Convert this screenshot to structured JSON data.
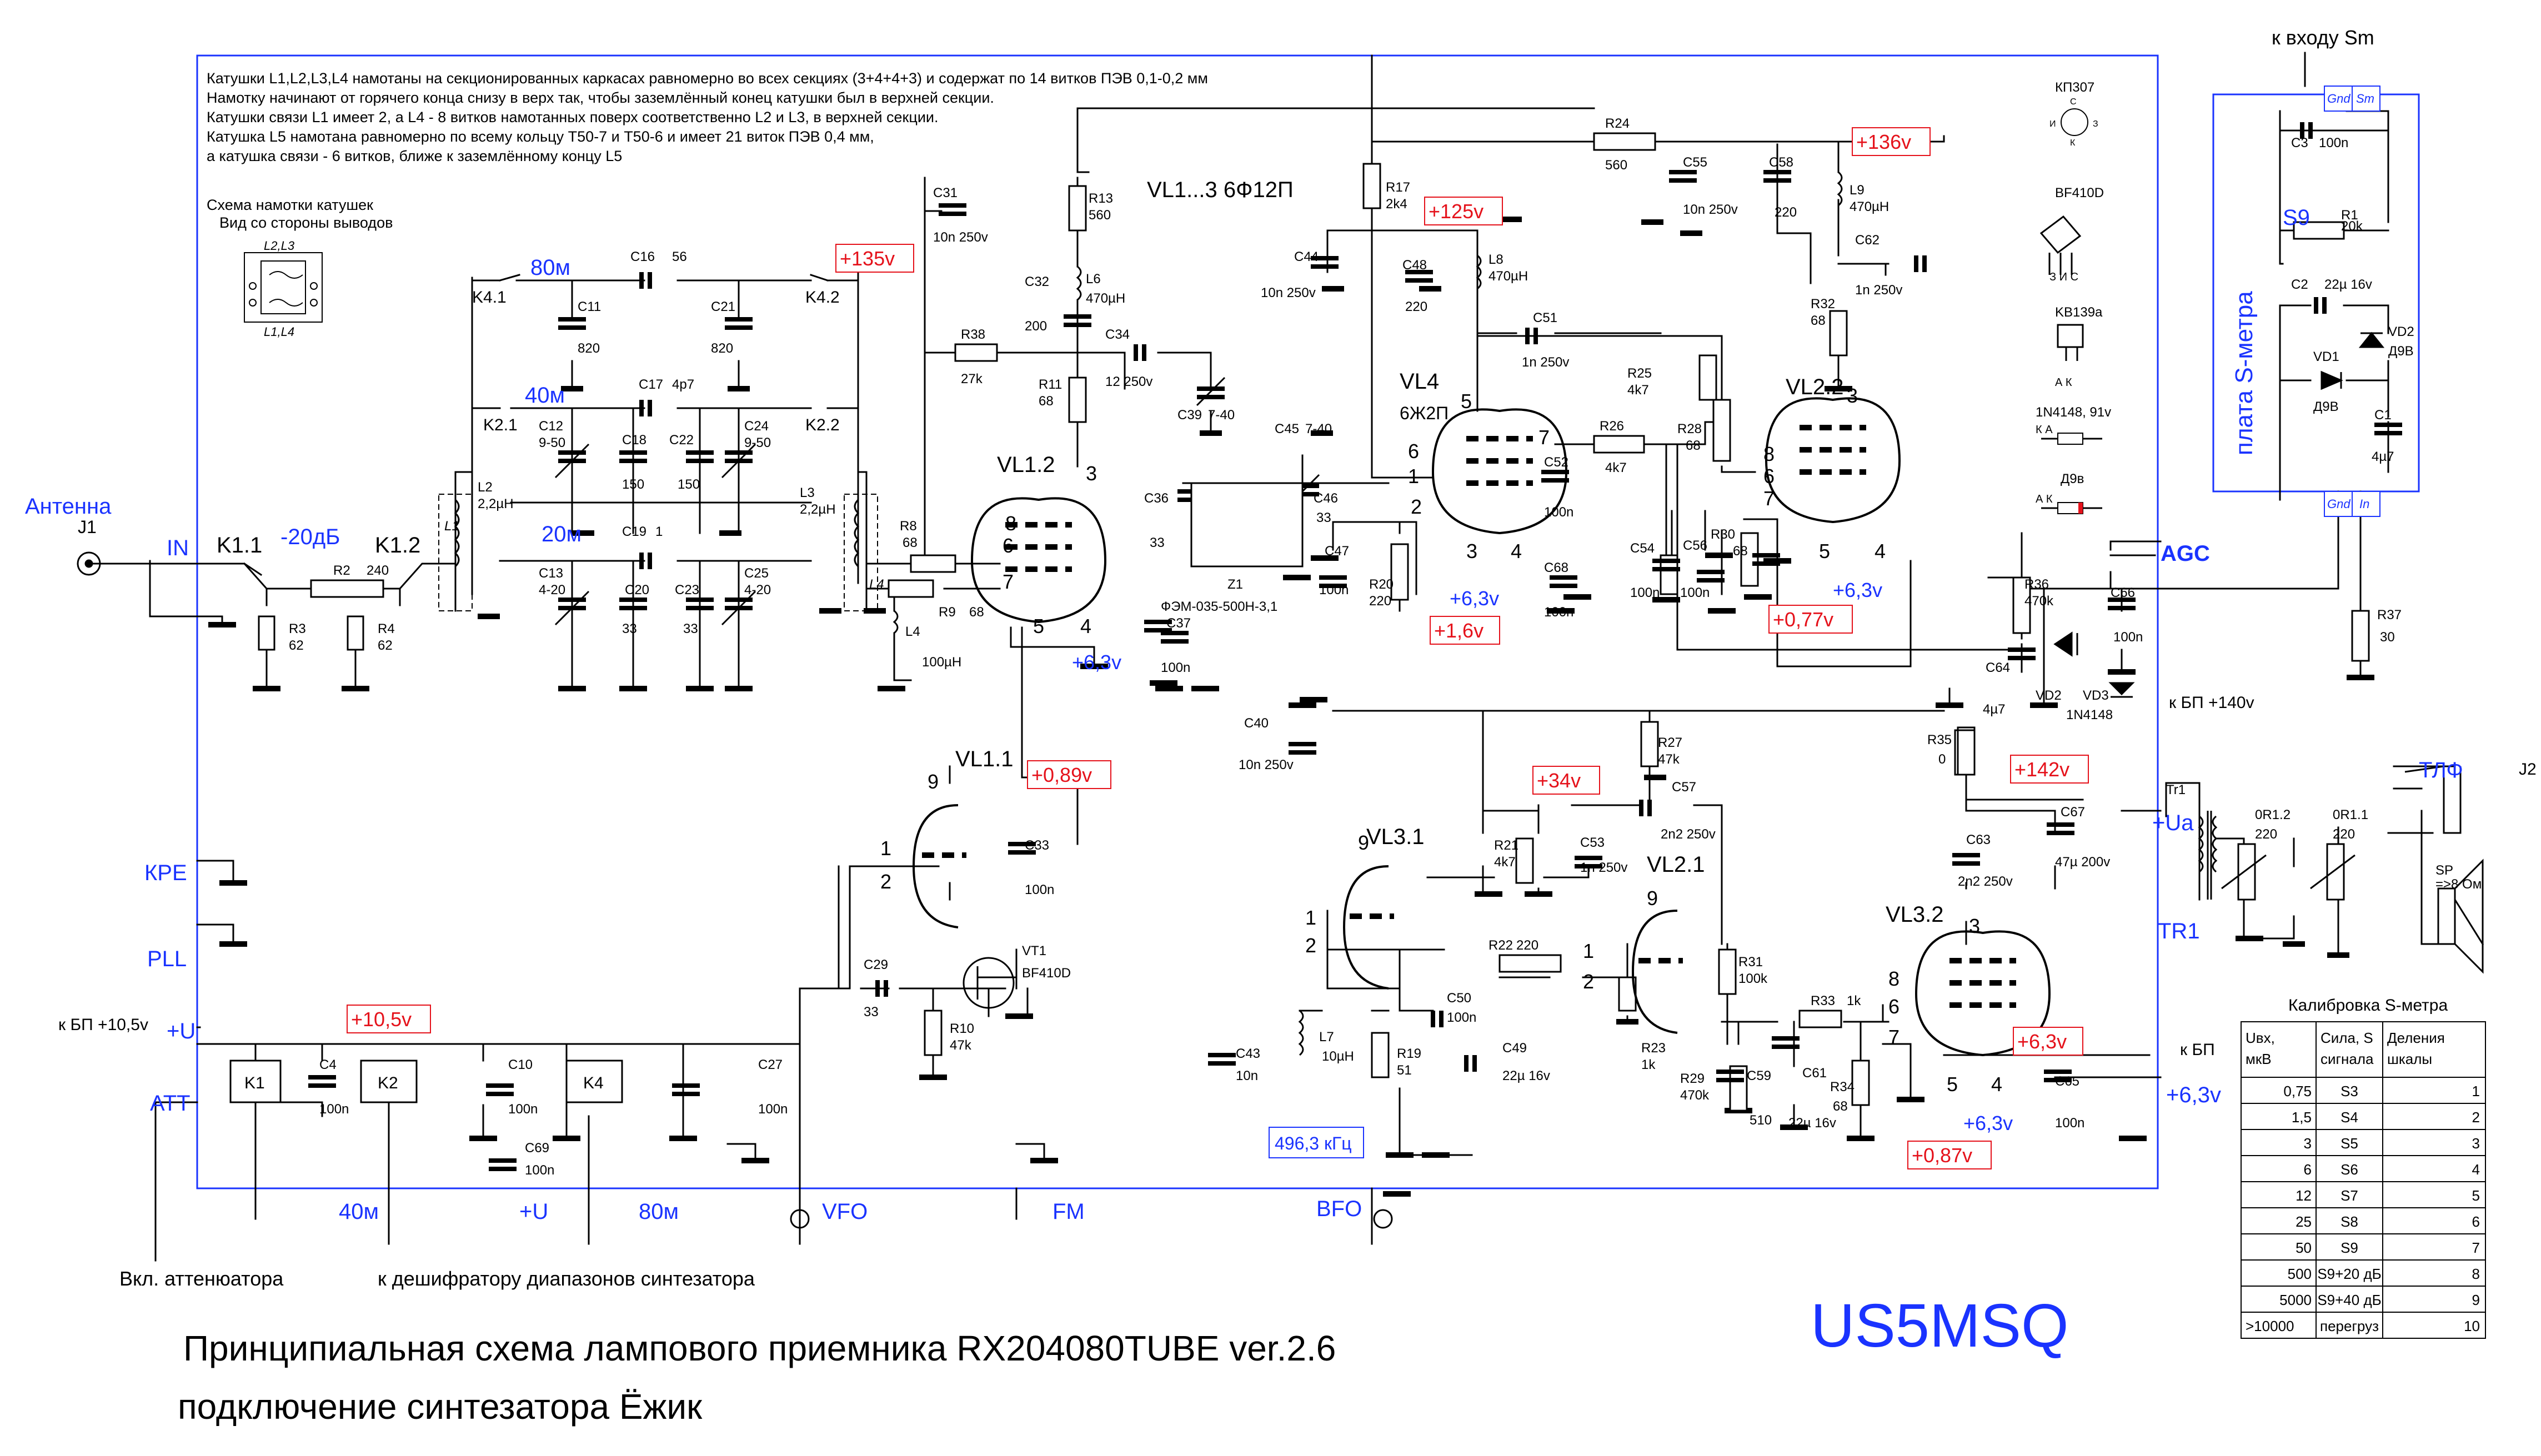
{
  "title_line1": "Принципиальная схема лампового приемника RX204080TUBE  ver.2.6",
  "title_line2": "подключение синтезатора Ёжик",
  "author": "US5MSQ",
  "notes": [
    "Катушки L1,L2,L3,L4 намотаны на секционированных каркасах равномерно во всех секциях (3+4+4+3) и содержат по 14 витков ПЭВ 0,1-0,2 мм",
    "Намотку начинают от горячего конца снизу в верх  так, чтобы заземлённый конец катушки  был в верхней секции.",
    "Катушки связи L1 имеет 2, а L4 - 8 витков намотанных поверх соответственно L2 и L3, в верхней секции.",
    "Катушка L5 намотана равномерно по всему кольцу Т50-7 и Т50-6 и  имеет 21 виток ПЭВ 0,4 мм,",
    " а  катушка связи - 6 витков, ближе к заземлённому концу L5"
  ],
  "winding_title": "Схема намотки катушек",
  "winding_subtitle": "Вид со стороны выводов",
  "winding_top_label": "L2,L3",
  "winding_bottom_label": "L1,L4",
  "tube_type_label": "VL1...3  6Ф12П",
  "vl4_type": "6Ж2П",
  "filter_name": "Z1",
  "filter_type": "ФЭМ-035-500Н-3,1",
  "bfo_freq": "496,3 кГц",
  "parts_legend": {
    "kp307": "КП307",
    "kp307_pins": [
      "С",
      "И",
      "З",
      "К"
    ],
    "bf410d": "BF410D",
    "bf410d_pins": "З  И  С",
    "kv139a": "KB139a",
    "kv139a_pins": "А   К",
    "n4148": "1N4148, 91v",
    "n4148_pins": "К          А",
    "d9v": "Д9в",
    "d9v_pins": "А          К"
  },
  "smeter": {
    "title": "плата S-метра",
    "to_input": "к входу Sm",
    "gnd": "Gnd",
    "sm": "Sm",
    "in": "In",
    "s9": "S9"
  },
  "connectors": {
    "antenna": "Антенна",
    "j1": "J1",
    "in": "IN",
    "kpe": "КРЕ",
    "pll": "PLL",
    "u_in": "+U",
    "att": "ATT",
    "agc": "AGC",
    "ua": "+Ua",
    "tr1": "TR1",
    "plus63": "+6,3v",
    "tlf": "ТЛФ",
    "j2": "J2",
    "vfo": "VFO",
    "fm": "FM",
    "bfo": "BFO",
    "band40": "40м",
    "band80": "80м",
    "plus_u": "+U",
    "bp105": "к БП +10,5v",
    "bp140": "к БП +140v",
    "bp": "к БП",
    "att_on": "Вкл. аттенюатора",
    "decoder": "к дешифратору диапазонов синтезатора",
    "sp": "SP",
    "sp_val": "=>8 Ом",
    "bands": [
      "80м",
      "40м",
      "20м"
    ],
    "att_db": "-20дБ"
  },
  "voltages": [
    "+135v",
    "+125v",
    "+136v",
    "+1,6v",
    "+0,77v",
    "+0,89v",
    "+34v",
    "+142v",
    "+10,5v",
    "+6,3v",
    "+0,87v"
  ],
  "heater": "+6,3v",
  "calib_table": {
    "title": "Калибровка S-метра",
    "headers": [
      [
        "Uвх,",
        "мкВ"
      ],
      [
        "Сила, S",
        "сигнала"
      ],
      [
        "Деления",
        "шкалы"
      ]
    ],
    "rows": [
      [
        "0,75",
        "S3",
        "1"
      ],
      [
        "1,5",
        "S4",
        "2"
      ],
      [
        "3",
        "S5",
        "3"
      ],
      [
        "6",
        "S6",
        "4"
      ],
      [
        "12",
        "S7",
        "5"
      ],
      [
        "25",
        "S8",
        "6"
      ],
      [
        "50",
        "S9",
        "7"
      ],
      [
        "500",
        "S9+20 дБ",
        "8"
      ],
      [
        "5000",
        "S9+40 дБ",
        "9"
      ],
      [
        ">10000",
        "перегруз",
        "10"
      ]
    ]
  },
  "components": [
    [
      "R2",
      "240"
    ],
    [
      "R3",
      "62"
    ],
    [
      "R4",
      "62"
    ],
    [
      "K1.1",
      ""
    ],
    [
      "K1.2",
      ""
    ],
    [
      "K4.1",
      ""
    ],
    [
      "K4.2",
      ""
    ],
    [
      "K2.1",
      ""
    ],
    [
      "K2.2",
      ""
    ],
    [
      "C16",
      "56"
    ],
    [
      "C11",
      "820"
    ],
    [
      "C21",
      "820"
    ],
    [
      "C17",
      "4p7"
    ],
    [
      "C12",
      "9-50"
    ],
    [
      "C18",
      "150"
    ],
    [
      "C22",
      "150"
    ],
    [
      "C24",
      "9-50"
    ],
    [
      "C19",
      "1"
    ],
    [
      "C13",
      "4-20"
    ],
    [
      "C20",
      "33"
    ],
    [
      "C23",
      "33"
    ],
    [
      "C25",
      "4-20"
    ],
    [
      "L2",
      "2,2µH"
    ],
    [
      "L3",
      "2,2µH"
    ],
    [
      "L1",
      ""
    ],
    [
      "L4",
      ""
    ],
    [
      "L4",
      "100µH"
    ],
    [
      "R8",
      "68"
    ],
    [
      "R9",
      "68"
    ],
    [
      "C31",
      "10n 250v"
    ],
    [
      "R13",
      "560"
    ],
    [
      "R38",
      "27k"
    ],
    [
      "C32",
      "200"
    ],
    [
      "L6",
      "470µH"
    ],
    [
      "R11",
      "68"
    ],
    [
      "C34",
      "12  250v"
    ],
    [
      "C39",
      "7-40"
    ],
    [
      "C36",
      "33"
    ],
    [
      "C45",
      "7-40"
    ],
    [
      "C46",
      "33"
    ],
    [
      "C37",
      "100n"
    ],
    [
      "R17",
      "2k4"
    ],
    [
      "R24",
      "560"
    ],
    [
      "C55",
      "10n 250v"
    ],
    [
      "C58",
      "220"
    ],
    [
      "L9",
      "470µH"
    ],
    [
      "C62",
      "1n 250v"
    ],
    [
      "R32",
      "68"
    ],
    [
      "C44",
      "10n 250v"
    ],
    [
      "C48",
      "220"
    ],
    [
      "L8",
      "470µH"
    ],
    [
      "C51",
      "1n 250v"
    ],
    [
      "R25",
      "4k7"
    ],
    [
      "R26",
      "4k7"
    ],
    [
      "R28",
      "68"
    ],
    [
      "C52",
      "100n"
    ],
    [
      "C47",
      "100n"
    ],
    [
      "R20",
      "220"
    ],
    [
      "C68",
      "100n"
    ],
    [
      "C54",
      "100n"
    ],
    [
      "C56",
      "100n"
    ],
    [
      "R30",
      "68"
    ],
    [
      "R36",
      "470k"
    ],
    [
      "C66",
      "100n"
    ],
    [
      "C64",
      "4µ7"
    ],
    [
      "VD2",
      ""
    ],
    [
      "VD3",
      "1N4148"
    ],
    [
      "R35",
      "0"
    ],
    [
      "R37",
      "30"
    ],
    [
      "C40",
      "10n 250v"
    ],
    [
      "R27",
      "47k"
    ],
    [
      "C57",
      "2n2 250v"
    ],
    [
      "R21",
      "4k7"
    ],
    [
      "C53",
      "1n 250v"
    ],
    [
      "R22",
      "220"
    ],
    [
      "R23",
      "1k"
    ],
    [
      "R31",
      "100k"
    ],
    [
      "R33",
      "1k"
    ],
    [
      "C59",
      "510"
    ],
    [
      "R29",
      "470k"
    ],
    [
      "C61",
      "22µ 16v"
    ],
    [
      "R34",
      "68"
    ],
    [
      "C65",
      "100n"
    ],
    [
      "C63",
      "2n2 250v"
    ],
    [
      "C67",
      "47µ 200v"
    ],
    [
      "C33",
      "100n"
    ],
    [
      "VT1",
      "BF410D"
    ],
    [
      "C29",
      "33"
    ],
    [
      "R10",
      "47k"
    ],
    [
      "C43",
      "10n"
    ],
    [
      "L7",
      "10µH"
    ],
    [
      "R19",
      "51"
    ],
    [
      "C50",
      "100n"
    ],
    [
      "C49",
      "22µ 16v"
    ],
    [
      "C4",
      "100n"
    ],
    [
      "C10",
      "100n"
    ],
    [
      "C27",
      "100n"
    ],
    [
      "C69",
      "100n"
    ],
    [
      "K1",
      ""
    ],
    [
      "K2",
      ""
    ],
    [
      "K4",
      ""
    ],
    [
      "Tr1",
      ""
    ],
    [
      "0R1.2",
      "220"
    ],
    [
      "0R1.1",
      "220"
    ],
    [
      "C3",
      "100n"
    ],
    [
      "R1",
      "20k"
    ],
    [
      "C2",
      "22µ 16v"
    ],
    [
      "VD2",
      "Д9В"
    ],
    [
      "VD1",
      "Д9В"
    ],
    [
      "C1",
      "4µ7"
    ]
  ]
}
